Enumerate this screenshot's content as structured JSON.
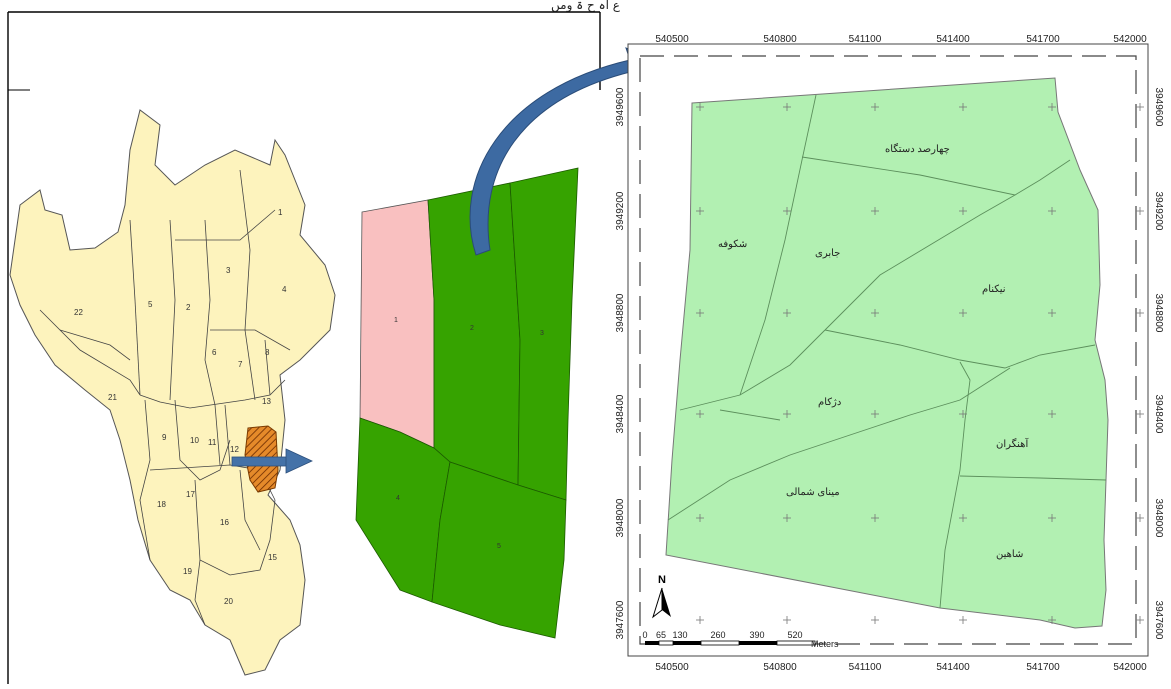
{
  "caption": "ع   اہ  ح ۃ ومں",
  "city_map": {
    "districts": [
      {
        "id": "1",
        "label": "1"
      },
      {
        "id": "2",
        "label": "2"
      },
      {
        "id": "3",
        "label": "3"
      },
      {
        "id": "4",
        "label": "4"
      },
      {
        "id": "5",
        "label": "5"
      },
      {
        "id": "6",
        "label": "6"
      },
      {
        "id": "7",
        "label": "7"
      },
      {
        "id": "8",
        "label": "8"
      },
      {
        "id": "9",
        "label": "9"
      },
      {
        "id": "10",
        "label": "10"
      },
      {
        "id": "11",
        "label": "11"
      },
      {
        "id": "12",
        "label": "12"
      },
      {
        "id": "13",
        "label": "13"
      },
      {
        "id": "15",
        "label": "15"
      },
      {
        "id": "16",
        "label": "16"
      },
      {
        "id": "17",
        "label": "17"
      },
      {
        "id": "18",
        "label": "18"
      },
      {
        "id": "19",
        "label": "19"
      },
      {
        "id": "20",
        "label": "20"
      },
      {
        "id": "21",
        "label": "21"
      },
      {
        "id": "22",
        "label": "22"
      }
    ],
    "fill_color": "#fdf3bd",
    "highlight_color": "#e58a2a"
  },
  "region_map": {
    "subregions": [
      {
        "id": "1",
        "label": "1",
        "color": "#f9c0c0"
      },
      {
        "id": "2",
        "label": "2",
        "color": "#36a300"
      },
      {
        "id": "3",
        "label": "3",
        "color": "#36a300"
      },
      {
        "id": "4",
        "label": "4",
        "color": "#36a300"
      },
      {
        "id": "5",
        "label": "5",
        "color": "#36a300"
      }
    ]
  },
  "detail_map": {
    "top_ticks": [
      "540500",
      "540800",
      "541100",
      "541400",
      "541700",
      "542000"
    ],
    "bottom_ticks": [
      "540500",
      "540800",
      "541100",
      "541400",
      "541700",
      "542000"
    ],
    "left_ticks": [
      "3949600",
      "3949200",
      "3948800",
      "3948400",
      "3948000",
      "3947600"
    ],
    "right_ticks": [
      "3949600",
      "3949200",
      "3948800",
      "3948400",
      "3948000",
      "3947600"
    ],
    "neighborhoods": [
      {
        "id": "chaharsad",
        "label": "چهارصد دستگاه"
      },
      {
        "id": "shokufeh",
        "label": "شکوفه"
      },
      {
        "id": "jaberi",
        "label": "جابری"
      },
      {
        "id": "nikanam",
        "label": "نیکنام"
      },
      {
        "id": "dezhkam",
        "label": "دژکام"
      },
      {
        "id": "ahangaran",
        "label": "آهنگران"
      },
      {
        "id": "minaye-shomali",
        "label": "مینای شمالی"
      },
      {
        "id": "shahin",
        "label": "شاهین"
      }
    ],
    "north_label": "N",
    "scale_ticks": [
      "0",
      "65",
      "130",
      "260",
      "390",
      "520"
    ],
    "scale_unit": "Meters",
    "fill_color": "#b2f0b2"
  }
}
